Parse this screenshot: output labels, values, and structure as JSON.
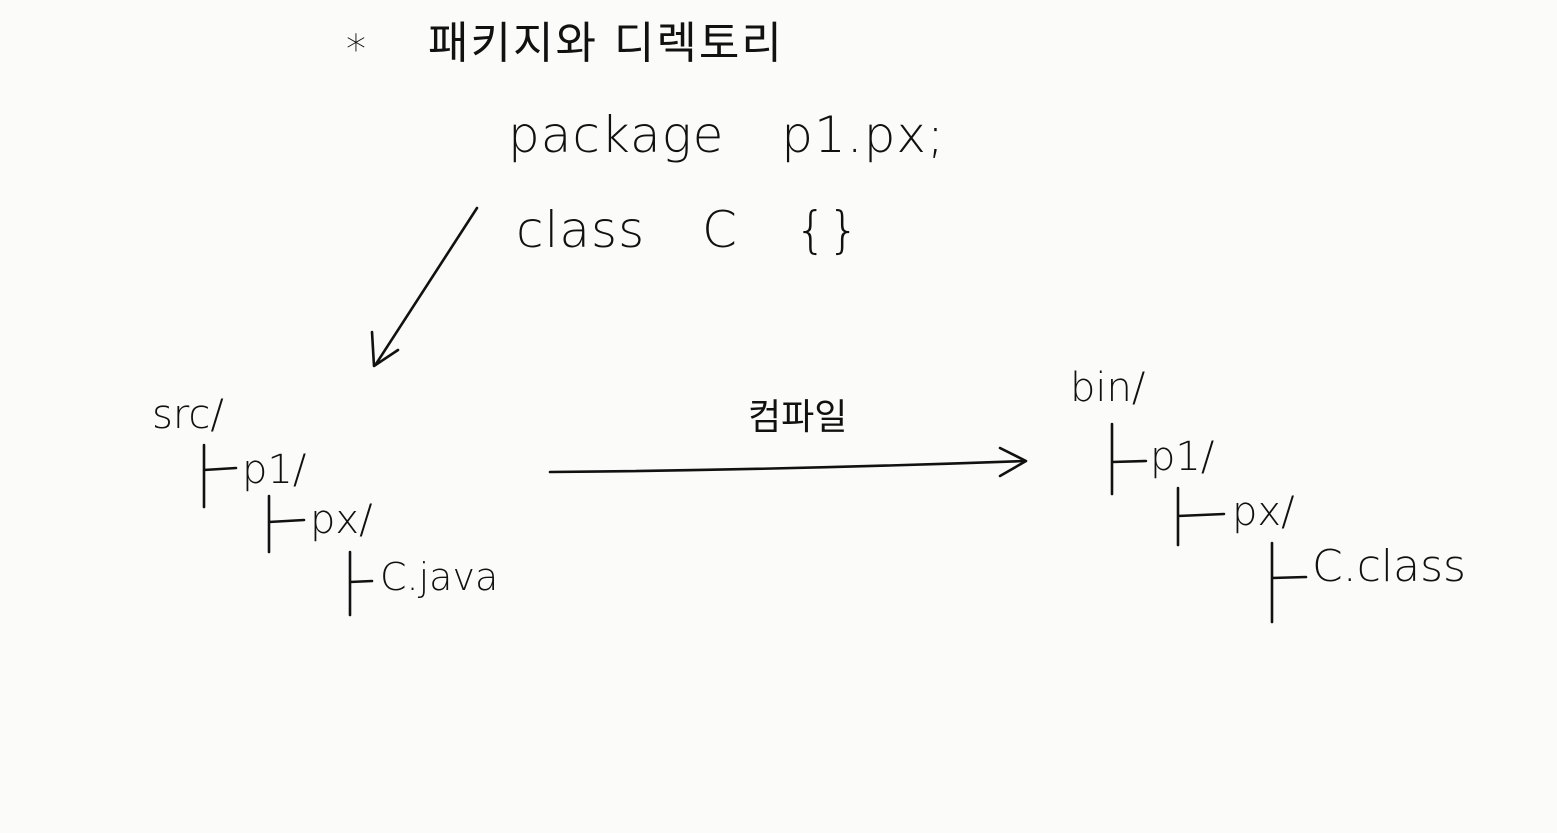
{
  "title": {
    "star": "*",
    "text": "패키지와 디렉토리"
  },
  "code": {
    "line1": "package p1.px;",
    "line2": "class C {}"
  },
  "source_tree": {
    "root": "src/",
    "level1": "p1/",
    "level2": "px/",
    "file": "C.java"
  },
  "compile_label": "컴파일",
  "output_tree": {
    "root": "bin/",
    "level1": "p1/",
    "level2": "px/",
    "file": "C.class"
  },
  "colors": {
    "ink": "#111111",
    "paper": "#fbfbfa"
  }
}
